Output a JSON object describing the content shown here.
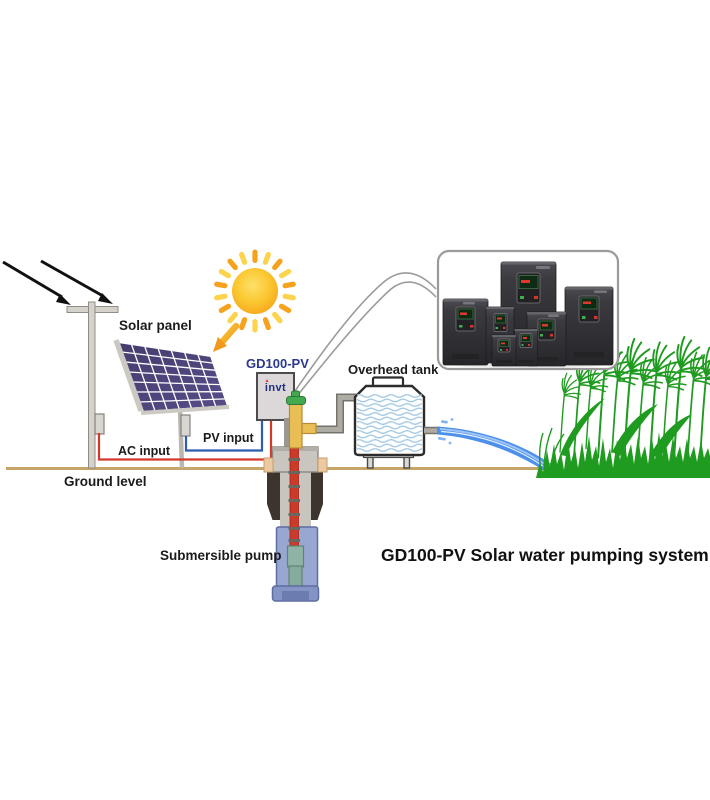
{
  "title": "GD100-PV Solar water pumping system",
  "labels": {
    "solar_panel": "Solar panel",
    "ac_input": "AC input",
    "pv_input": "PV input",
    "ground_level": "Ground level",
    "overhead_tank": "Overhead tank",
    "submersible_pump": "Submersible pump"
  },
  "inverter": {
    "model": "GD100-PV",
    "brand": "invt"
  },
  "inset": {
    "drive_units_visible": 7
  },
  "colors": {
    "accent_blue": "#2b3990",
    "brand_navy": "#1d2f7d",
    "brand_red": "#e03c31",
    "wire_red": "#d3382b",
    "wire_blue": "#2f5bb5",
    "ground_tan": "#c7a468",
    "grass_green": "#1f9b1f",
    "water_blue": "#4d90ea",
    "water_light": "#a6cbe4",
    "sun_orange": "#f6a21c",
    "sun_yellow": "#fcd34d",
    "panel_cell": "#4c4277",
    "pump_pipe_red": "#cc3a2a",
    "pipe_gray": "#a7a49e",
    "drive_body": "#323236"
  }
}
